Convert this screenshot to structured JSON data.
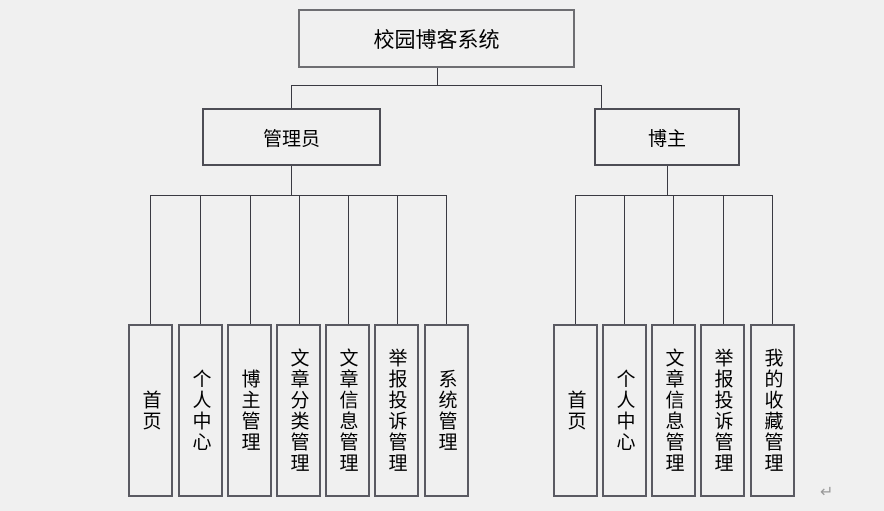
{
  "diagram": {
    "title": "校园博客系统",
    "root": {
      "label": "校园博客系统"
    },
    "branches": [
      {
        "id": "admin",
        "label": "管理员",
        "children": [
          {
            "label": "首页"
          },
          {
            "label": "个人中心"
          },
          {
            "label": "博主管理"
          },
          {
            "label": "文章分类管理"
          },
          {
            "label": "文章信息管理"
          },
          {
            "label": "举报投诉管理"
          },
          {
            "label": "系统管理"
          }
        ]
      },
      {
        "id": "blogger",
        "label": "博主",
        "children": [
          {
            "label": "首页"
          },
          {
            "label": "个人中心"
          },
          {
            "label": "文章信息管理"
          },
          {
            "label": "举报投诉管理"
          },
          {
            "label": "我的收藏管理"
          }
        ]
      }
    ],
    "marks": {
      "paragraph_return": "↵"
    },
    "colors": {
      "background": "#f0f0f0",
      "box_fill": "#f0f0f0",
      "root_border": "#6e6e72",
      "level2_border": "#4d4d55",
      "leaf_border": "#5a5a62",
      "line": "#3a3a42",
      "text": "#000000",
      "mark": "#9a9a9a"
    }
  }
}
